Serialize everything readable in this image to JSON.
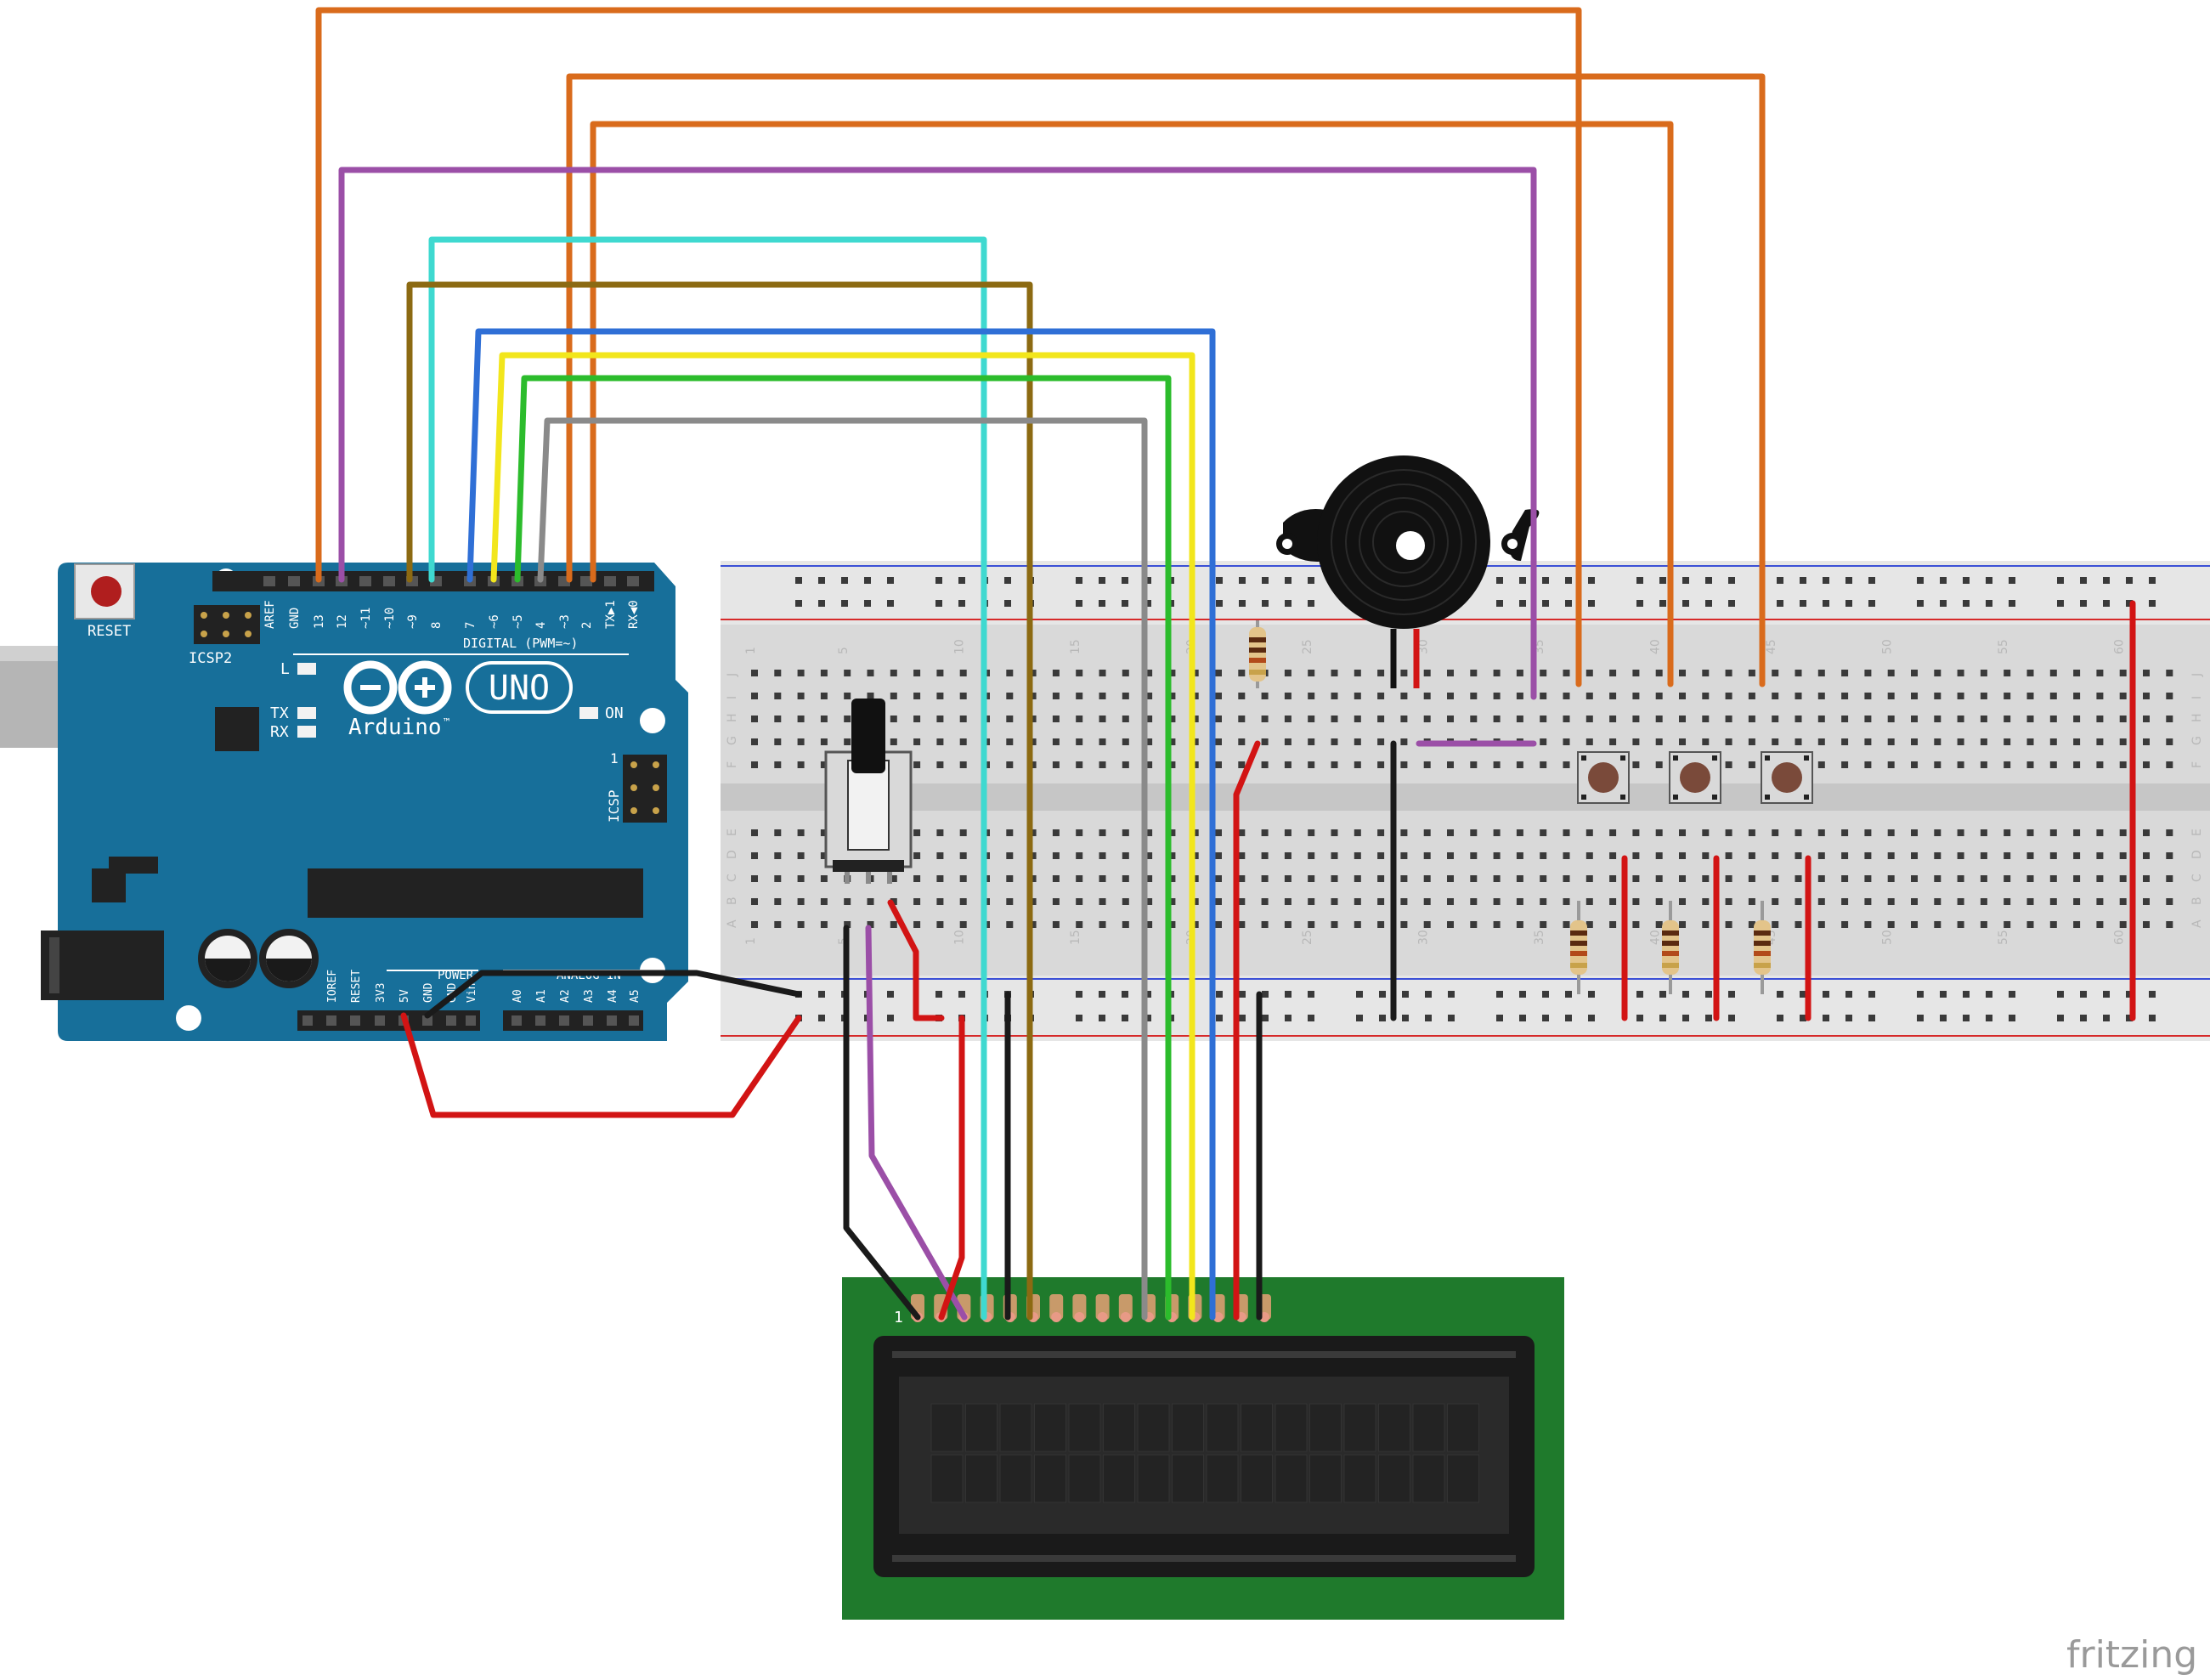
{
  "arduino": {
    "reset_label": "RESET",
    "icsp2_label": "ICSP2",
    "icsp_label": "ICSP",
    "icsp_pin1": "1",
    "digital_label": "DIGITAL (PWM=~)",
    "digital_pins": [
      "AREF",
      "GND",
      "13",
      "12",
      "~11",
      "~10",
      "~9",
      "8",
      "7",
      "~6",
      "~5",
      "4",
      "~3",
      "2",
      "TX▶1",
      "RX◀0"
    ],
    "led_l": "L",
    "led_tx": "TX",
    "led_rx": "RX",
    "led_on": "ON",
    "logo_text": "Arduino",
    "logo_tm": "™",
    "model": "UNO",
    "power_label": "POWER",
    "analog_label": "ANALOG IN",
    "power_pins": [
      "IOREF",
      "RESET",
      "3V3",
      "5V",
      "GND",
      "GND",
      "Vin"
    ],
    "analog_pins": [
      "A0",
      "A1",
      "A2",
      "A3",
      "A4",
      "A5"
    ]
  },
  "breadboard": {
    "column_numbers": [
      "1",
      "5",
      "10",
      "15",
      "20",
      "25",
      "30",
      "35",
      "40",
      "45",
      "50",
      "55",
      "60"
    ],
    "row_letters_top": [
      "J",
      "I",
      "H",
      "G",
      "F"
    ],
    "row_letters_bottom": [
      "E",
      "D",
      "C",
      "B",
      "A"
    ]
  },
  "lcd": {
    "pin1_label": "1"
  },
  "components": {
    "buzzer": "buzzer",
    "potentiometer": "potentiometer",
    "pushbuttons": [
      "button-1",
      "button-2",
      "button-3"
    ]
  },
  "wire_colors": {
    "orange": "#d96b1c",
    "purple": "#9b4fa7",
    "cyan": "#3fd9d0",
    "olive": "#8c6a12",
    "blue": "#2f6fd6",
    "yellow": "#f2e61c",
    "green": "#2cbc2c",
    "gray": "#8a8a8a",
    "red": "#d21414",
    "black": "#1a1a1a"
  },
  "brand": "fritzing"
}
